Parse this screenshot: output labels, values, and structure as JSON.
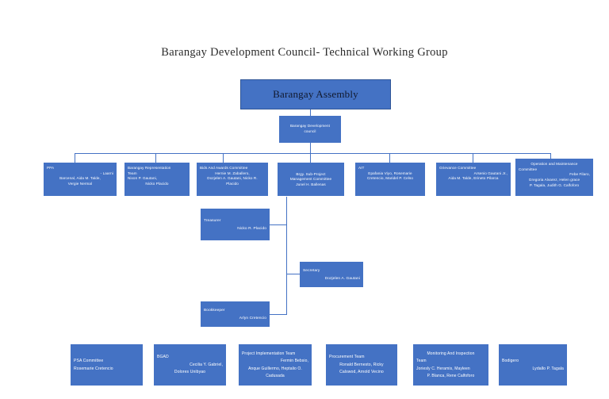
{
  "title": "Barangay Development Council- Technical Working Group",
  "colors": {
    "node_fill": "#4472C4",
    "node_border": "#2F5597",
    "connector": "#4472C4",
    "title_text": "#2b2b2b",
    "node_text": "#ffffff",
    "root_text": "#11192e"
  },
  "nodes": {
    "assembly": {
      "label": "Barangay Assembly"
    },
    "council": {
      "line1": "Barangay Development",
      "line2": "council"
    },
    "ppa": {
      "title": "PPA",
      "line1": "- Laarni",
      "line2": "Barcenal, Aida M. Talde,",
      "line3": "Vergie Nermal"
    },
    "brt": {
      "title": "Barangay Representation",
      "line1": "Team",
      "line2": "Nixon P. Gautani,",
      "line3": "Nicko Placido"
    },
    "bac": {
      "title": "Bids And Awards Committee",
      "line1": "Hernie M. Zaballero,",
      "line2": "Dozjelen A. Gautani, Nicko R.",
      "line3": "Placido"
    },
    "spmc": {
      "line1": "Brgy. Sub-Project",
      "line2": "Management Committee",
      "line3": "Junel H. Ballenas"
    },
    "ait": {
      "title": "AIT",
      "line1": "Epafania Viyo, Rosemarie",
      "line2": "Cretencio, Maridel P. Celso"
    },
    "grievance": {
      "title": "Grievance Committee",
      "line1": "Arsenio Gautani Jr.,",
      "line2": "Aida M. Talde, Erineto Pilarca"
    },
    "omc": {
      "title": "Operation and Maintenance",
      "line1": "Committee",
      "line2": "Febe Filaro,",
      "line3": "Gregoria Alvarez, Helen grace",
      "line4": "P. Tagala, Judith G. Calfoforo"
    },
    "treasurer": {
      "title": "Treasurer",
      "line1": "Nicko R. Placido"
    },
    "secretary": {
      "title": "Secretary",
      "line1": "Dozjelen A. Gautani"
    },
    "bookkeeper": {
      "title": "Bookkeeper",
      "line1": "Arlyn Cretencio"
    },
    "psa": {
      "title": "PSA Committee",
      "line1": "Rosemarie Cretencio"
    },
    "bgad": {
      "title": "BGAD",
      "line1": "Cecilia  Y. Gabriel,",
      "line2": "Dolores Unibyao"
    },
    "pit": {
      "title": "Project Implementation Team",
      "line1": "Fermin Bebsio,",
      "line2": "Anque Guillermo, Heptalio O.",
      "line3": "Cadusada"
    },
    "procurement": {
      "title": "Procurement Team",
      "line1": "Ronald Bernesto, Ricky",
      "line2": "Calswod, Arnold Vecino"
    },
    "monitoring": {
      "title": "Monitoring And Inspection",
      "line1": "Team",
      "line2": "Joriesly C. Heramis, Mayleen",
      "line3": "P. Blanca,  Rene Calfoforo"
    },
    "bodigero": {
      "title": "Bodigero",
      "line1": "Lydallo P. Tagala"
    }
  }
}
